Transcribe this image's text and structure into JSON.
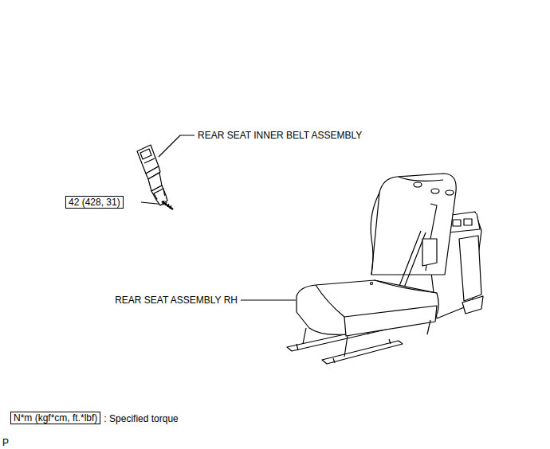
{
  "diagram": {
    "nodes": [
      {
        "text": [
          "42 (428, 31)"
        ]
      },
      {
        "text": [
          "N*m (kgf*cm, ft.*lbf)"
        ]
      }
    ],
    "labels": [
      "REAR SEAT INNER BELT ASSEMBLY",
      "REAR SEAT ASSEMBLY RH",
      ": Specified torque",
      "P"
    ]
  }
}
